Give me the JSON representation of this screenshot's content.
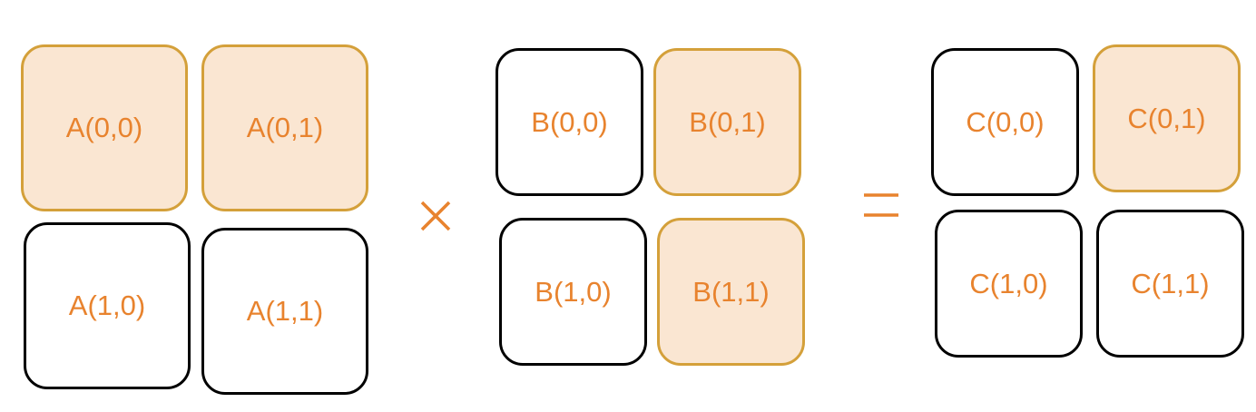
{
  "colors": {
    "text": "#e8832e",
    "highlight_fill": "#fae6d2",
    "highlight_border": "#d4a03a",
    "plain_border": "#000000"
  },
  "matrices": {
    "a": {
      "cells": [
        {
          "label": "A(0,0)",
          "highlighted": true
        },
        {
          "label": "A(0,1)",
          "highlighted": true
        },
        {
          "label": "A(1,0)",
          "highlighted": false
        },
        {
          "label": "A(1,1)",
          "highlighted": false
        }
      ]
    },
    "b": {
      "cells": [
        {
          "label": "B(0,0)",
          "highlighted": false
        },
        {
          "label": "B(0,1)",
          "highlighted": true
        },
        {
          "label": "B(1,0)",
          "highlighted": false
        },
        {
          "label": "B(1,1)",
          "highlighted": true
        }
      ]
    },
    "c": {
      "cells": [
        {
          "label": "C(0,0)",
          "highlighted": false
        },
        {
          "label": "C(0,1)",
          "highlighted": true
        },
        {
          "label": "C(1,0)",
          "highlighted": false
        },
        {
          "label": "C(1,1)",
          "highlighted": false
        }
      ]
    }
  },
  "operators": {
    "multiply": "multiply-icon",
    "equals": "equals-icon"
  }
}
